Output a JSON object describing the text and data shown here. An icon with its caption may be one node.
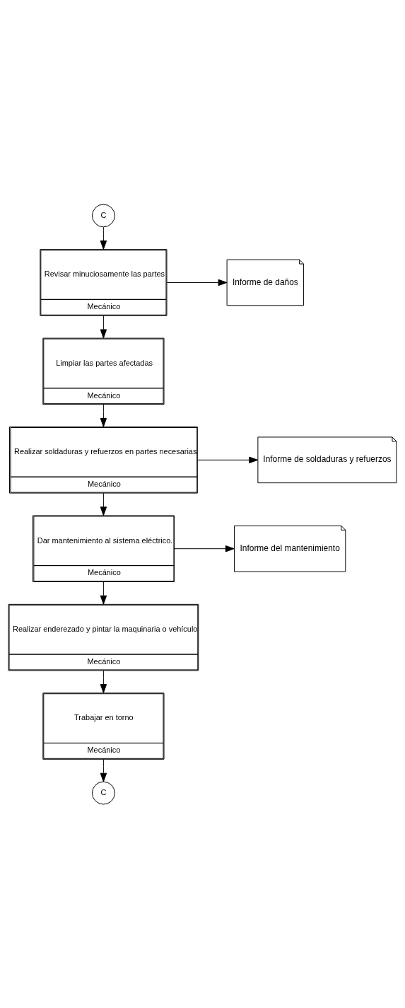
{
  "diagram": {
    "nodes": [
      {
        "text": [
          "C"
        ]
      },
      {
        "text": [
          "Revisar minuciosamente las partes",
          "Mecánico"
        ]
      },
      {
        "text": [
          "Informe de daños"
        ]
      },
      {
        "text": [
          "Limpiar las partes afectadas",
          "Mecánico"
        ]
      },
      {
        "text": [
          "Realizar soldaduras y refuerzos en partes necesarias",
          "Mecánico"
        ]
      },
      {
        "text": [
          "Informe de soldaduras y refuerzos"
        ]
      },
      {
        "text": [
          "Dar mantenimiento al sistema eléctrico.",
          "Mecánico"
        ]
      },
      {
        "text": [
          "Informe del mantenimiento"
        ]
      },
      {
        "text": [
          "Realizar enderezado y pintar la maquinaria o vehículo",
          "Mecánico"
        ]
      },
      {
        "text": [
          "Trabajar en torno",
          "Mecánico"
        ]
      },
      {
        "text": [
          "C"
        ]
      }
    ],
    "edges": [
      {
        "from": 0,
        "to": 1,
        "arrow": "to"
      },
      {
        "from": 1,
        "to": 2,
        "arrow": "to"
      },
      {
        "from": 1,
        "to": 3,
        "arrow": "to"
      },
      {
        "from": 3,
        "to": 4,
        "arrow": "to"
      },
      {
        "from": 4,
        "to": 5,
        "arrow": "to"
      },
      {
        "from": 4,
        "to": 6,
        "arrow": "to"
      },
      {
        "from": 6,
        "to": 7,
        "arrow": "to"
      },
      {
        "from": 6,
        "to": 8,
        "arrow": "to"
      },
      {
        "from": 8,
        "to": 9,
        "arrow": "to"
      },
      {
        "from": 9,
        "to": 10,
        "arrow": "to"
      }
    ]
  }
}
